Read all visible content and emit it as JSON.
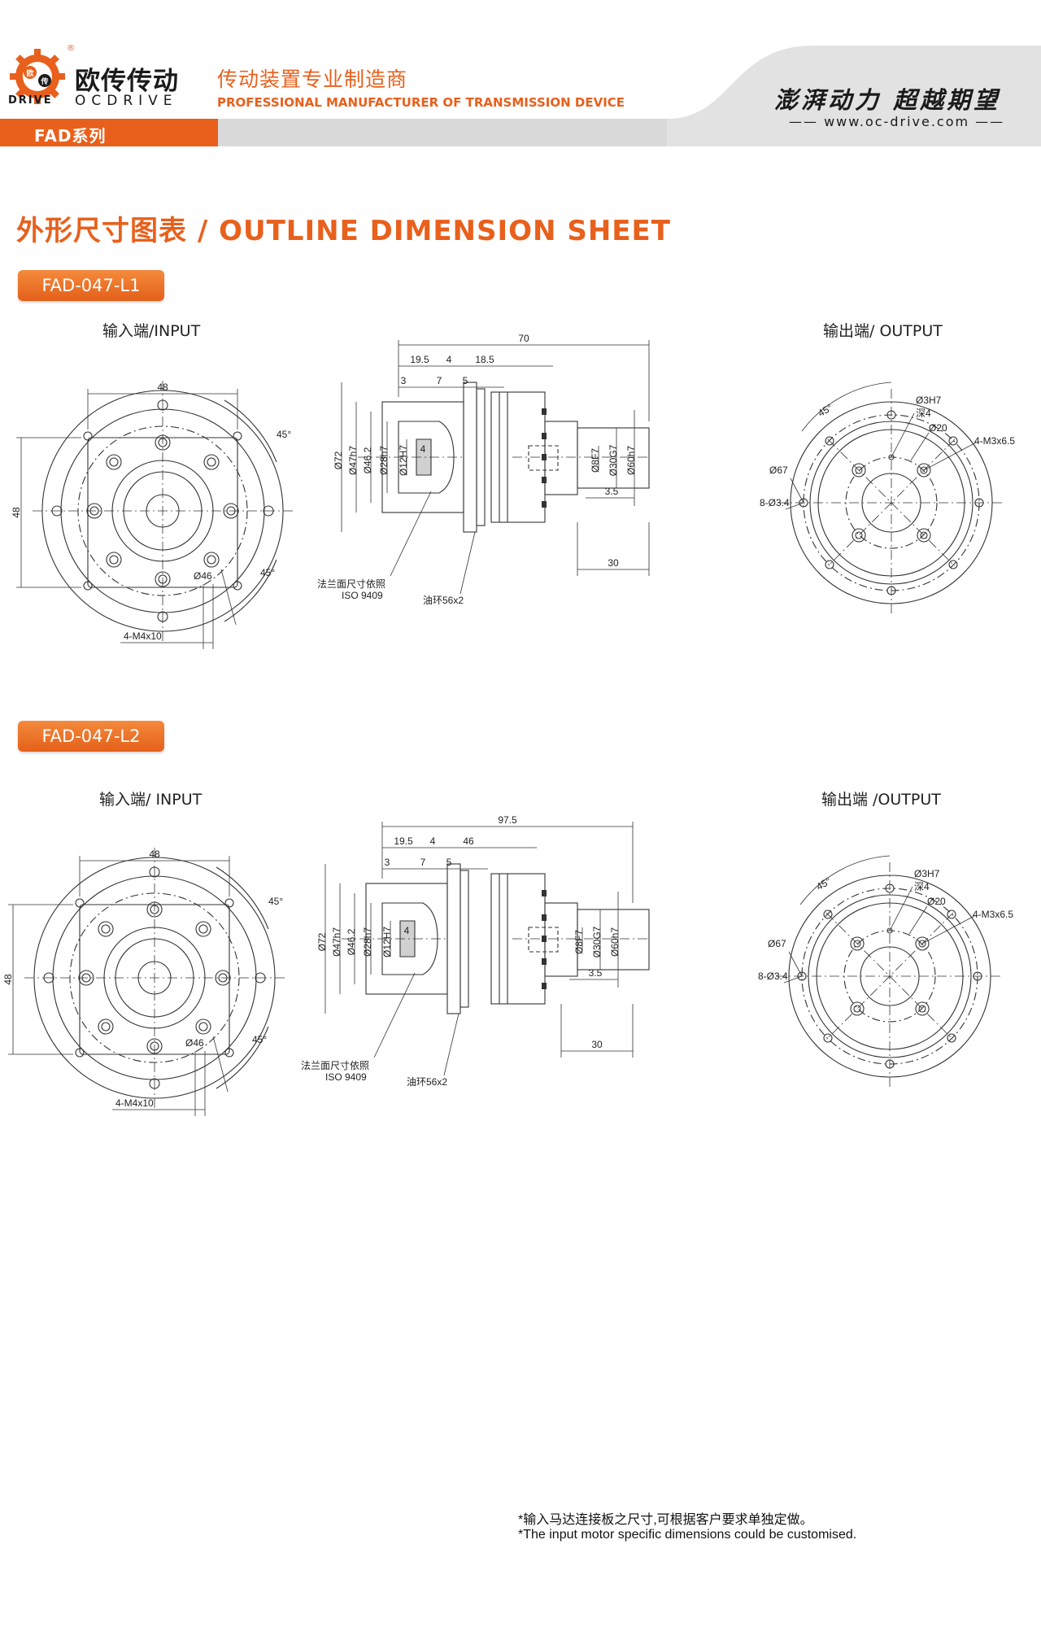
{
  "header": {
    "logo_seal_text": [
      "欧",
      "传"
    ],
    "brand_cn": "欧传传动",
    "brand_en_left": "DRIVE",
    "brand_en_right": "OCDRIVE",
    "registered": "®",
    "tagline_cn": "传动装置专业制造商",
    "tagline_en": "PROFESSIONAL MANUFACTURER OF TRANSMISSION DEVICE",
    "series": "FAD系列",
    "slogan": "澎湃动力 超越期望",
    "website": "www.oc-drive.com",
    "colors": {
      "accent": "#e8601c",
      "band_gray": "#d9d9d9",
      "ink": "#1a1a1a"
    }
  },
  "title": "外形尺寸图表 / OUTLINE DIMENSION SHEET",
  "sections": [
    {
      "model": "FAD-047-L1",
      "input_label": "输入端/INPUT",
      "output_label": "输出端/ OUTPUT",
      "input_dims": {
        "width": "48",
        "height": "48",
        "angle_a": "45°",
        "angle_b": "45°",
        "pcd": "Ø46",
        "holes": "4-M4x10"
      },
      "side_dims": {
        "total": "70",
        "seg_a": "19.5",
        "seg_b": "4",
        "seg_c": "18.5",
        "small_a": "3",
        "small_b": "7",
        "small_c": "5",
        "dia_1": "Ø72",
        "dia_2": "Ø47h7",
        "dia_3": "Ø46.2",
        "dia_4": "Ø28h7",
        "dia_5": "Ø12H7",
        "key": "4",
        "shaft_1": "Ø8F7",
        "shaft_2": "Ø30G7",
        "shaft_3": "Ø60h7",
        "step": "3.5",
        "shaft_len": "30",
        "note_flange": "法兰面尺寸依照",
        "note_iso": "ISO 9409",
        "oil_ring": "油环56x2"
      },
      "output_dims": {
        "angle": "45°",
        "pin": "Ø3H7",
        "depth": "深4",
        "pcd_small": "Ø20",
        "threads": "4-M3x6.5",
        "pcd_big": "Ø67",
        "holes": "8-Ø3.4"
      }
    },
    {
      "model": "FAD-047-L2",
      "input_label": "输入端/ INPUT",
      "output_label": "输出端 /OUTPUT",
      "input_dims": {
        "width": "48",
        "height": "48",
        "angle_a": "45°",
        "angle_b": "45°",
        "pcd": "Ø46",
        "holes": "4-M4x10"
      },
      "side_dims": {
        "total": "97.5",
        "seg_a": "19.5",
        "seg_b": "4",
        "seg_c": "46",
        "small_a": "3",
        "small_b": "7",
        "small_c": "5",
        "dia_1": "Ø72",
        "dia_2": "Ø47h7",
        "dia_3": "Ø46.2",
        "dia_4": "Ø28h7",
        "dia_5": "Ø12H7",
        "key": "4",
        "shaft_1": "Ø8F7",
        "shaft_2": "Ø30G7",
        "shaft_3": "Ø60h7",
        "step": "3.5",
        "shaft_len": "30",
        "note_flange": "法兰面尺寸依照",
        "note_iso": "ISO 9409",
        "oil_ring": "油环56x2"
      },
      "output_dims": {
        "angle": "45°",
        "pin": "Ø3H7",
        "depth": "深4",
        "pcd_small": "Ø20",
        "threads": "4-M3x6.5",
        "pcd_big": "Ø67",
        "holes": "8-Ø3.4"
      }
    }
  ],
  "footnote": {
    "cn": "*输入马达连接板之尺寸,可根据客户要求单独定做。",
    "en": "*The input motor specific dimensions could be customised."
  }
}
